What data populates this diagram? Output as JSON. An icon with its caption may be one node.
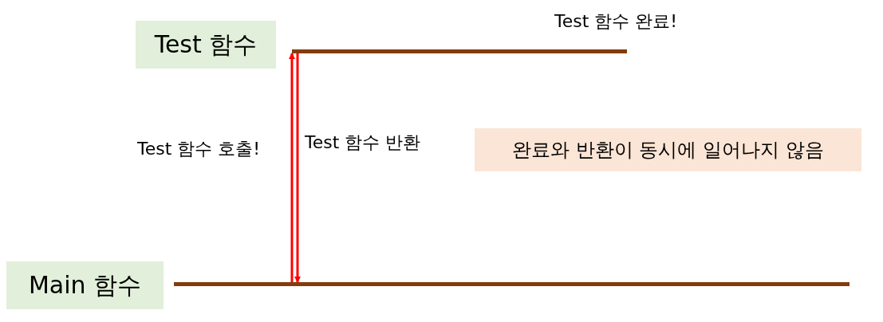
{
  "diagram": {
    "nodes": [
      {
        "text": [
          "Test 함수"
        ]
      },
      {
        "text": [],
        "shape": "bar"
      },
      {
        "text": [
          "Main 함수"
        ]
      },
      {
        "text": [],
        "shape": "bar"
      },
      {
        "text": [
          "완료와 반환이 동시에 일어나지 않음"
        ]
      }
    ],
    "edges": [
      {
        "from": 3,
        "to": 1,
        "arrow": "to",
        "label": "Test 함수 호출!",
        "color": "#ff0000"
      },
      {
        "from": 1,
        "to": 3,
        "arrow": "to",
        "label": "Test 함수 반환",
        "color": "#ff0000"
      }
    ],
    "labels": [
      "Test 함수 완료!"
    ]
  }
}
